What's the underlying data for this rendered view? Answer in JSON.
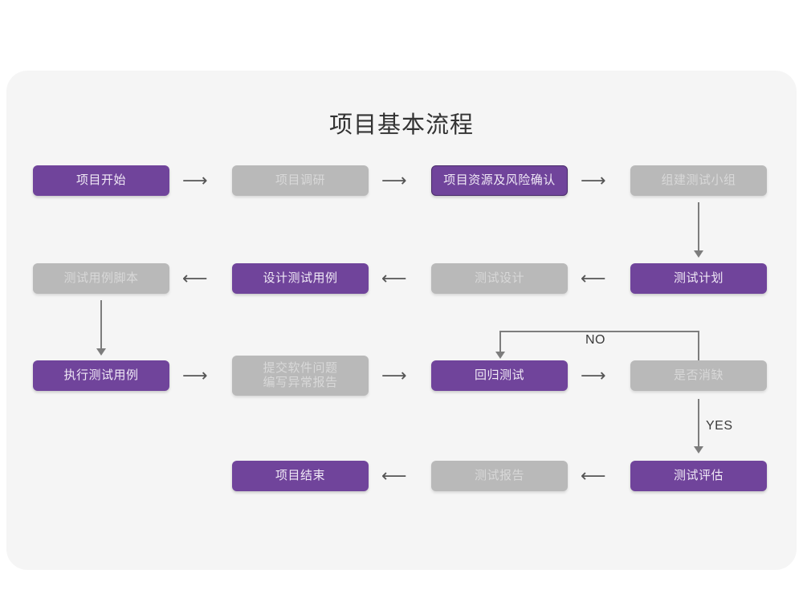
{
  "page": {
    "background": "#ffffff",
    "card_background": "#f5f5f5"
  },
  "title": "项目基本流程",
  "colors": {
    "purple": "#70449b",
    "purple_text": "#f0e9f6",
    "gray": "#b9b9b9",
    "gray_text": "#d8d8d8",
    "line": "#7d7d7d",
    "title_text": "#333333"
  },
  "flow": {
    "rows": [
      {
        "name": "row-1",
        "nodes": [
          {
            "label": "项目开始",
            "style": "purple"
          },
          {
            "label": "项目调研",
            "style": "gray"
          },
          {
            "label": "项目资源及风险确认",
            "style": "purple-outlined"
          },
          {
            "label": "组建测试小组",
            "style": "gray"
          }
        ],
        "connectors": [
          "arrow-right",
          "arrow-right",
          "arrow-right"
        ]
      },
      {
        "name": "row-2",
        "nodes": [
          {
            "label": "测试用例脚本",
            "style": "gray"
          },
          {
            "label": "设计测试用例",
            "style": "purple"
          },
          {
            "label": "测试设计",
            "style": "gray"
          },
          {
            "label": "测试计划",
            "style": "purple"
          }
        ],
        "connectors": [
          "arrow-left",
          "arrow-left",
          "arrow-left"
        ]
      },
      {
        "name": "row-3",
        "nodes": [
          {
            "label": "执行测试用例",
            "style": "purple"
          },
          {
            "label": "提交软件问题\n编写异常报告",
            "style": "gray"
          },
          {
            "label": "回归测试",
            "style": "purple"
          },
          {
            "label": "是否消缺",
            "style": "gray"
          }
        ],
        "connectors": [
          "arrow-right",
          "arrow-right",
          "arrow-right"
        ]
      },
      {
        "name": "row-4",
        "nodes": [
          {
            "label": "项目结束",
            "style": "purple"
          },
          {
            "label": "测试报告",
            "style": "gray"
          },
          {
            "label": "测试评估",
            "style": "purple"
          }
        ],
        "connectors": [
          "arrow-left",
          "arrow-left"
        ]
      }
    ],
    "arrow_glyphs": {
      "right": "⟶",
      "left": "⟵"
    },
    "branch_labels": {
      "no": "NO",
      "yes": "YES"
    },
    "vertical_connectors": [
      {
        "name": "row1-to-row2-right",
        "from": "组建测试小组",
        "to": "测试计划"
      },
      {
        "name": "row2-to-row3-left",
        "from": "测试用例脚本",
        "to": "执行测试用例"
      },
      {
        "name": "feedback-no",
        "from": "是否消缺",
        "to": "回归测试",
        "label": "NO"
      },
      {
        "name": "row3-to-row4-right",
        "from": "是否消缺",
        "to": "测试评估",
        "label": "YES"
      }
    ]
  }
}
